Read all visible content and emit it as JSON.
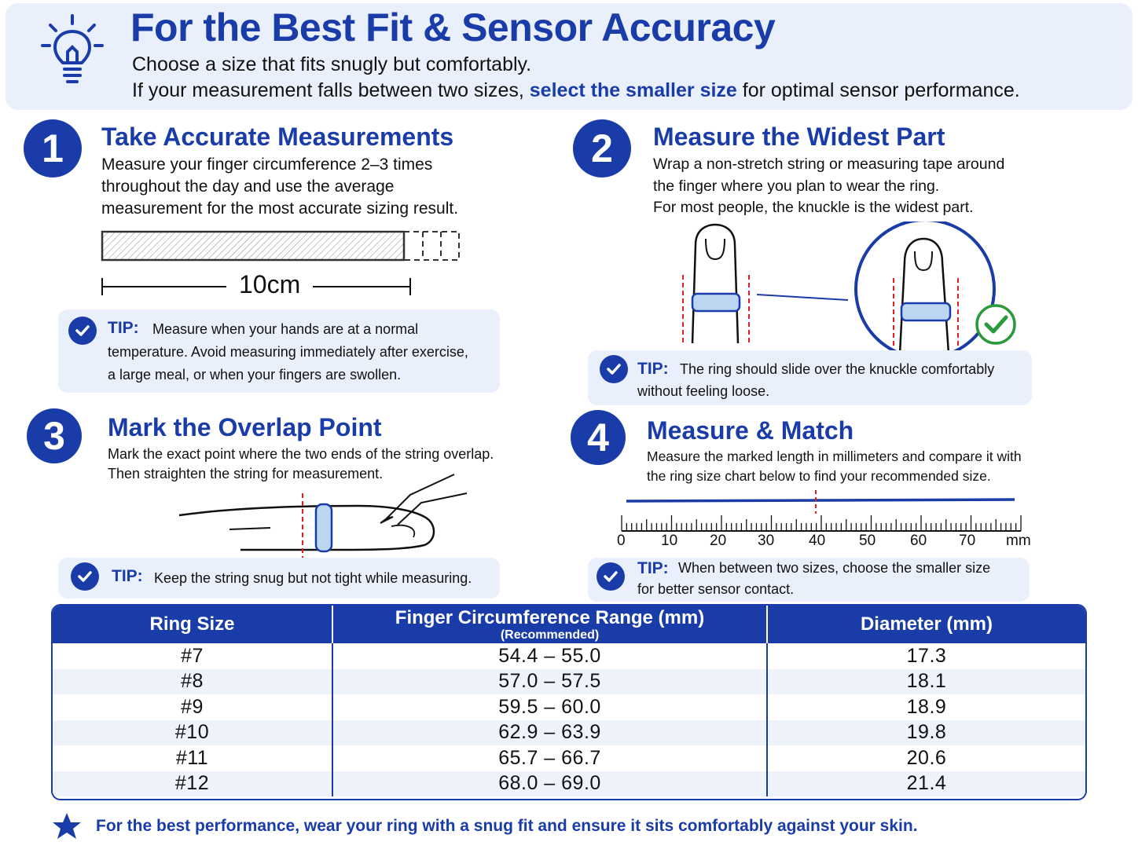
{
  "header": {
    "title": "For the Best Fit & Sensor Accuracy",
    "line1": "Choose a size that fits snugly but comfortably.",
    "line2_prefix": "If your measurement falls between two sizes, ",
    "line2_highlight": "select the smaller size",
    "line2_suffix": " for optimal sensor performance.",
    "icon": "lightbulb-icon"
  },
  "steps": [
    {
      "number": "1",
      "title": "Take Accurate Measurements",
      "body": [
        "Measure your finger circumference 2–3 times",
        "throughout the day and use the average",
        "measurement for the most accurate sizing result."
      ],
      "figure_label": "10cm",
      "tip_label": "TIP:",
      "tip_lines": [
        "Measure when your hands are at a normal",
        "temperature. Avoid measuring immediately after exercise,",
        "a large meal, or when your fingers are swollen."
      ]
    },
    {
      "number": "2",
      "title": "Measure the Widest Part",
      "body": [
        "Wrap a non-stretch string or measuring tape around",
        "the finger where you plan to wear the ring.",
        "For most people, the knuckle is the widest part."
      ],
      "tip_label": "TIP:",
      "tip_lines": [
        "The ring should slide over the knuckle comfortably",
        "without feeling loose."
      ]
    },
    {
      "number": "3",
      "title": "Mark the Overlap Point",
      "body": [
        "Mark the exact point where the two ends of the string overlap.",
        "Then straighten the string for measurement."
      ],
      "tip_label": "TIP:",
      "tip_lines": [
        "Keep the string snug but not tight while measuring."
      ]
    },
    {
      "number": "4",
      "title": "Measure & Match",
      "body": [
        "Measure the marked length in millimeters and compare it with",
        "the ring size chart below to find your recommended size."
      ],
      "ruler_labels": [
        "0",
        "10",
        "20",
        "30",
        "40",
        "50",
        "60",
        "70",
        "mm"
      ],
      "tip_label": "TIP:",
      "tip_lines": [
        "When between two sizes, choose the smaller size",
        "for better sensor contact."
      ]
    }
  ],
  "table": {
    "headers": [
      "Ring Size",
      "Finger Circumference Range (mm)",
      "Diameter (mm)"
    ],
    "header_note": "(Recommended)",
    "rows": [
      [
        "#7",
        "54.4 – 55.0",
        "17.3"
      ],
      [
        "#8",
        "57.0 – 57.5",
        "18.1"
      ],
      [
        "#9",
        "59.5 – 60.0",
        "18.9"
      ],
      [
        "#10",
        "62.9 – 63.9",
        "19.8"
      ],
      [
        "#11",
        "65.7 – 66.7",
        "20.6"
      ],
      [
        "#12",
        "68.0 – 69.0",
        "21.4"
      ]
    ]
  },
  "footer": {
    "icon": "star-icon",
    "text": "For the best performance, wear your ring with a snug fit and ensure it sits comfortably against your skin."
  },
  "colors": {
    "primary": "#1a3ca8",
    "panel": "#e9f0fb",
    "accent_red": "#e02020",
    "check_green": "#2a9a3a"
  }
}
